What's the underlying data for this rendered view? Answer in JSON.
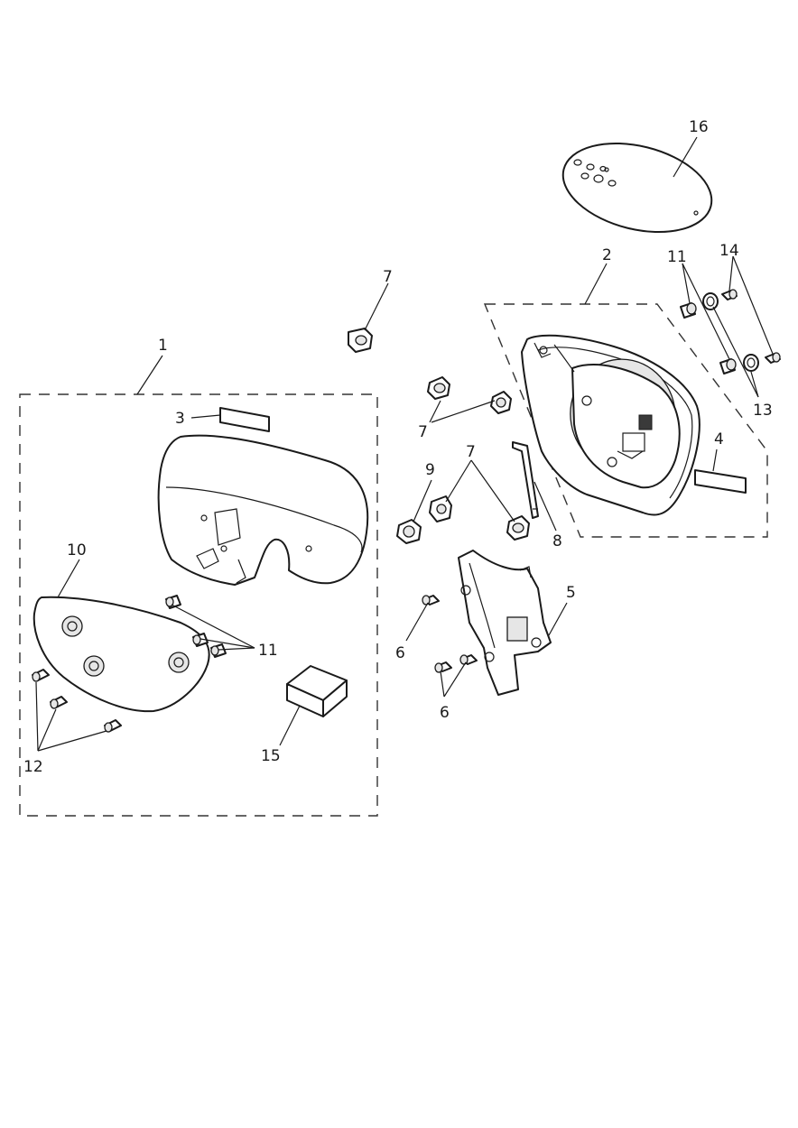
{
  "callouts": {
    "c1": "1",
    "c2": "2",
    "c3": "3",
    "c4": "4",
    "c5": "5",
    "c6a": "6",
    "c6b": "6",
    "c7a": "7",
    "c7b": "7",
    "c7c": "7",
    "c8": "8",
    "c9": "9",
    "c10": "10",
    "c11a": "11",
    "c11b": "11",
    "c12": "12",
    "c13": "13",
    "c14": "14",
    "c15": "15",
    "c16": "16"
  },
  "colors": {
    "line": "#1a1a1a",
    "fill": "#ffffff",
    "shade": "#e6e6e6"
  }
}
